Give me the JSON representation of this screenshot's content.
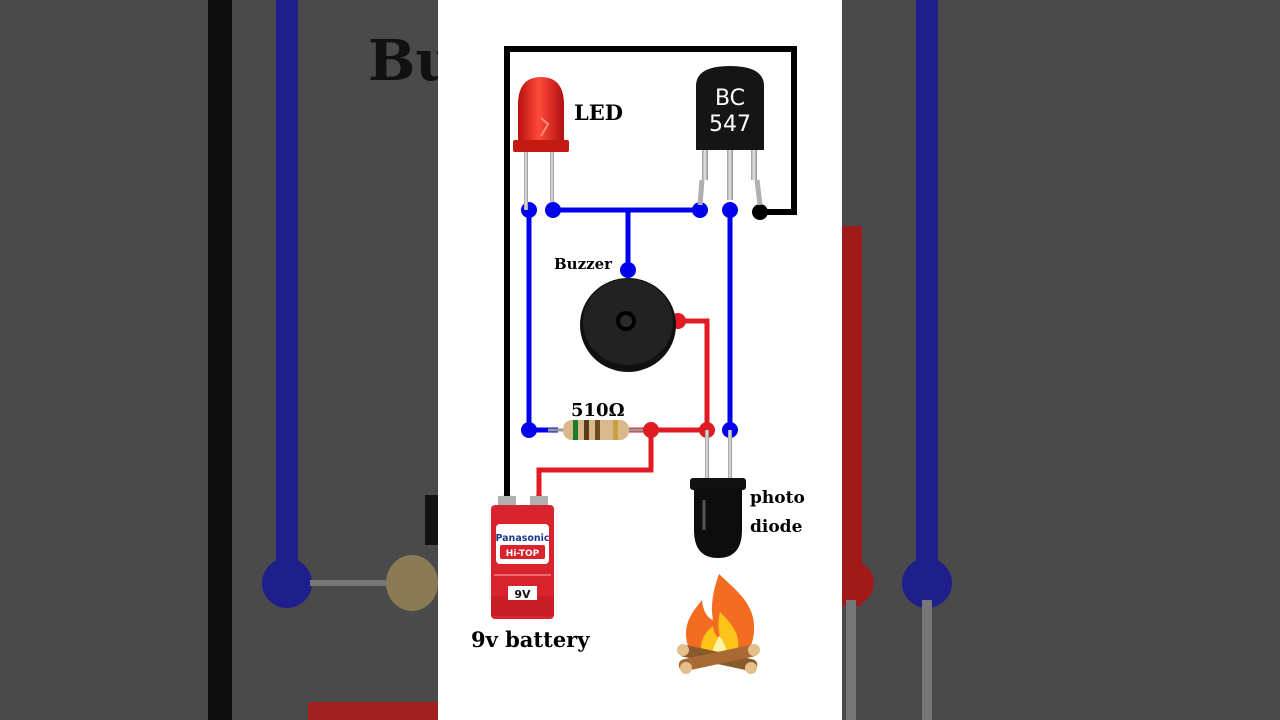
{
  "diagram": {
    "labels": {
      "led": "LED",
      "transistor_line1": "BC",
      "transistor_line2": "547",
      "buzzer": "Buzzer",
      "resistor": "510Ω",
      "photo_line1": "photo",
      "photo_line2": "diode",
      "battery": "9v battery"
    },
    "battery_print": {
      "brand": "Panasonic",
      "model": "Hi-TOP",
      "voltage": "9V"
    },
    "background_title_fragment": "Bu",
    "colors": {
      "wire_black": "#000000",
      "wire_blue": "#0000ee",
      "wire_red": "#e01b24",
      "led_red": "#e0241a",
      "battery_red": "#d9232d",
      "flame_orange": "#f36c21",
      "background_gray": "#4a4a4a"
    },
    "icons": [
      "led-icon",
      "transistor-icon",
      "buzzer-icon",
      "resistor-icon",
      "photodiode-icon",
      "battery-icon",
      "campfire-icon"
    ]
  }
}
